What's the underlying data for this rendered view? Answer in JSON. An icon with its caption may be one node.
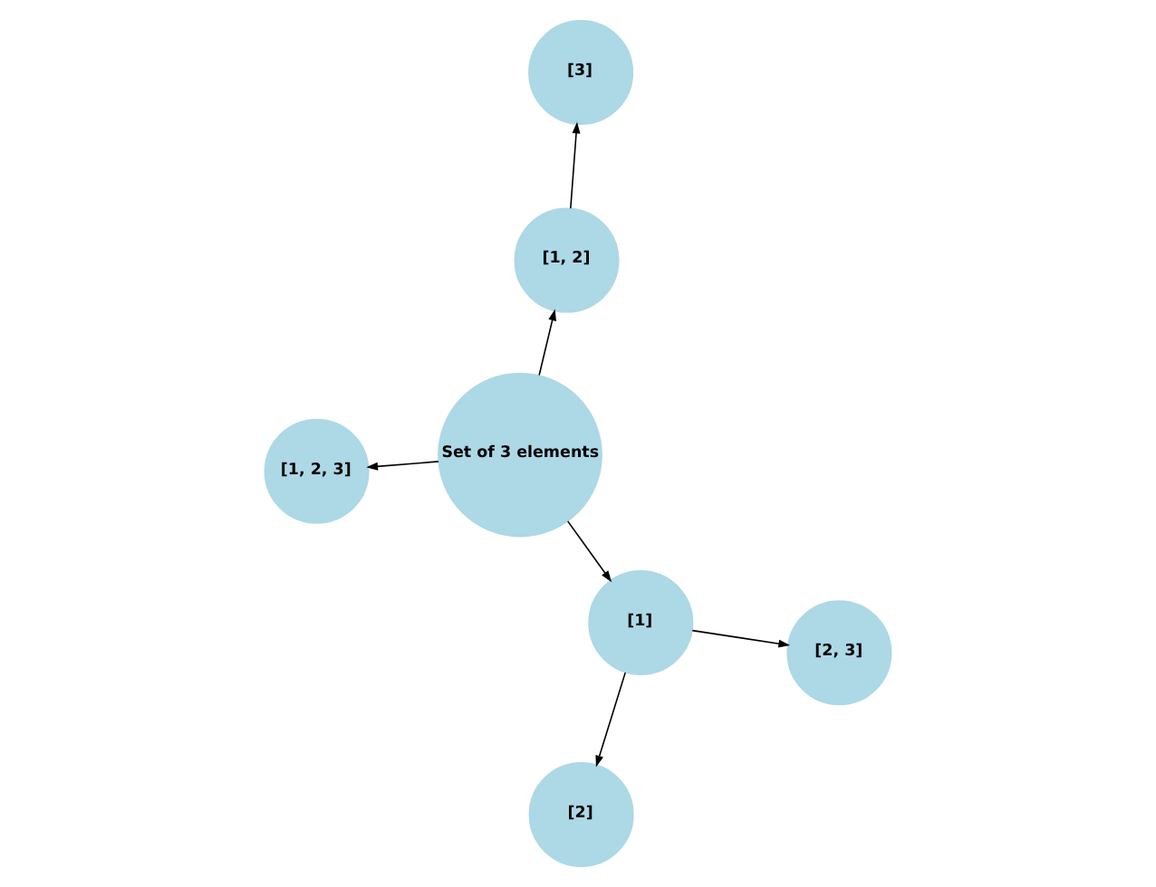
{
  "diagram": {
    "nodes": [
      {
        "text": [
          "[1, 2, 3]"
        ]
      },
      {
        "text": [
          "[2, 3]"
        ]
      },
      {
        "text": [
          "Set of 3 elements"
        ]
      },
      {
        "text": [
          "[3]"
        ]
      },
      {
        "text": [
          "[1, 2]"
        ]
      },
      {
        "text": [
          "[1]"
        ]
      },
      {
        "text": [
          "[2]"
        ]
      }
    ],
    "edges": [
      {
        "from": 2,
        "to": 0,
        "arrow": "to"
      },
      {
        "from": 2,
        "to": 5,
        "arrow": "to"
      },
      {
        "from": 2,
        "to": 4,
        "arrow": "to"
      },
      {
        "from": 5,
        "to": 1,
        "arrow": "to"
      },
      {
        "from": 5,
        "to": 6,
        "arrow": "to"
      },
      {
        "from": 4,
        "to": 3,
        "arrow": "to"
      }
    ]
  }
}
